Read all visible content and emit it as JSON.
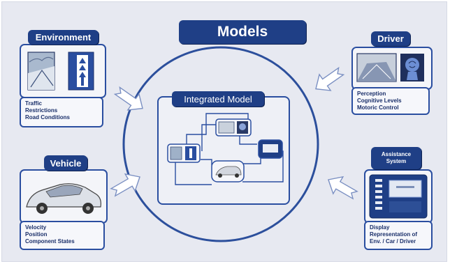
{
  "title": "Models",
  "integrated_model": {
    "label": "Integrated Model"
  },
  "environment": {
    "label": "Environment",
    "details": [
      "Traffic",
      "Restrictions",
      "Road Conditions"
    ]
  },
  "driver": {
    "label": "Driver",
    "details": [
      "Perception",
      "Cognitive Levels",
      "Motoric Control"
    ]
  },
  "vehicle": {
    "label": "Vehicle",
    "details": [
      "Velocity",
      "Position",
      "Component States"
    ]
  },
  "assistance": {
    "label_line1": "Assistance",
    "label_line2": "System",
    "details": [
      "Display",
      "Representation of",
      "Env. / Car / Driver"
    ]
  },
  "colors": {
    "background": "#e7e9f1",
    "header_blue": "#1f3f86",
    "outline_blue": "#2a4ea0",
    "circle_blue": "#2c4f9c"
  }
}
